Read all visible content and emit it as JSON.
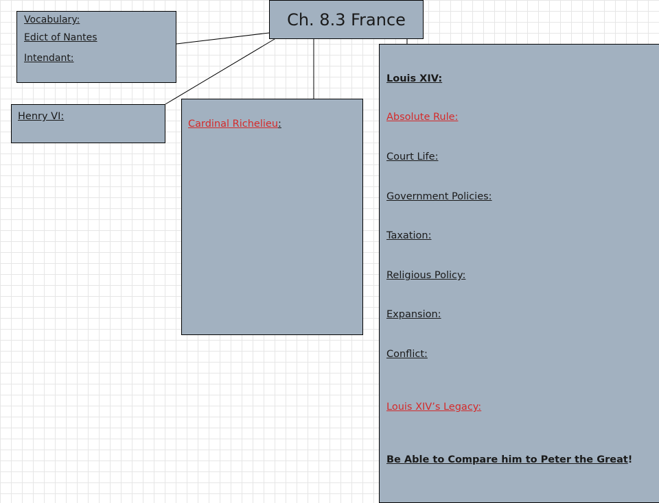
{
  "title": "Ch. 8.3 France",
  "vocabulary": {
    "heading": "Vocabulary:",
    "terms": [
      "Edict of Nantes",
      "Intendant:"
    ]
  },
  "henry": {
    "label": "Henry VI:"
  },
  "richelieu": {
    "name": "Cardinal Richelieu",
    "colon": ":"
  },
  "louis": {
    "heading": "Louis XIV:",
    "items": [
      "Absolute Rule:",
      "Court Life:",
      "Government Policies:",
      "Taxation:",
      "Religious Policy:",
      "Expansion:",
      "Conflict:",
      "Louis XIV’s Legacy:"
    ],
    "compare": "Be Able to Compare him to Peter the Great",
    "compare_end": "!"
  },
  "colors": {
    "box_fill": "#a2b1c0",
    "accent_red": "#d42a2a",
    "text": "#1a1a1a"
  }
}
